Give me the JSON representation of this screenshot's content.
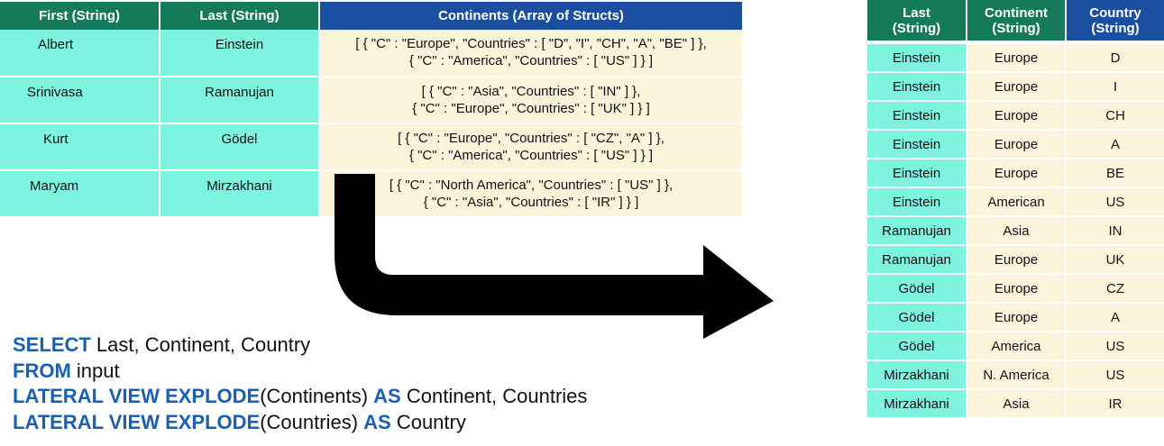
{
  "input_table": {
    "headers": [
      "First (String)",
      "Last (String)",
      "Continents (Array of Structs)"
    ],
    "rows": [
      {
        "first": "Albert",
        "last": "Einstein",
        "continents_line1": "[ { \"C\" : \"Europe\", \"Countries\" : [ \"D\", \"I\", \"CH\", \"A\", \"BE\" ] },",
        "continents_line2": "{ \"C\" : \"America\", \"Countries\" : [ \"US\" ] } ]"
      },
      {
        "first": "Srinivasa",
        "last": "Ramanujan",
        "continents_line1": "[ { \"C\" : \"Asia\", \"Countries\" : [ \"IN\" ] },",
        "continents_line2": "{ \"C\" : \"Europe\", \"Countries\" : [ \"UK\" ] } ]"
      },
      {
        "first": "Kurt",
        "last": "Gödel",
        "continents_line1": "[ { \"C\" : \"Europe\", \"Countries\" : [ \"CZ\", \"A\" ] },",
        "continents_line2": "{ \"C\" : \"America\", \"Countries\" : [ \"US\" ] } ]"
      },
      {
        "first": "Maryam",
        "last": "Mirzakhani",
        "continents_line1": "[ { \"C\" : \"North America\", \"Countries\" : [ \"US\" ] },",
        "continents_line2": "{ \"C\" : \"Asia\", \"Countries\" : [ \"IR\" ] } ]"
      }
    ]
  },
  "output_table": {
    "headers": [
      {
        "line1": "Last",
        "line2": "(String)"
      },
      {
        "line1": "Continent",
        "line2": "(String)"
      },
      {
        "line1": "Country",
        "line2": "(String)"
      }
    ],
    "rows": [
      [
        "Einstein",
        "Europe",
        "D"
      ],
      [
        "Einstein",
        "Europe",
        "I"
      ],
      [
        "Einstein",
        "Europe",
        "CH"
      ],
      [
        "Einstein",
        "Europe",
        "A"
      ],
      [
        "Einstein",
        "Europe",
        "BE"
      ],
      [
        "Einstein",
        "American",
        "US"
      ],
      [
        "Ramanujan",
        "Asia",
        "IN"
      ],
      [
        "Ramanujan",
        "Europe",
        "UK"
      ],
      [
        "Gödel",
        "Europe",
        "CZ"
      ],
      [
        "Gödel",
        "Europe",
        "A"
      ],
      [
        "Gödel",
        "America",
        "US"
      ],
      [
        "Mirzakhani",
        "N. America",
        "US"
      ],
      [
        "Mirzakhani",
        "Asia",
        "IR"
      ]
    ]
  },
  "query": {
    "line1": {
      "kw": "SELECT",
      "rest": " Last, Continent, Country"
    },
    "line2": {
      "kw": "FROM",
      "rest": " input"
    },
    "line3": {
      "kw": "LATERAL VIEW EXPLODE",
      "mid": "(Continents) ",
      "kw2": "AS",
      "rest": " Continent, Countries"
    },
    "line4": {
      "kw": "LATERAL VIEW EXPLODE",
      "mid": "(Countries) ",
      "kw2": "AS",
      "rest": " Country"
    }
  },
  "colors": {
    "header_green": "#157a5a",
    "header_blue": "#1a4fa0",
    "cell_mint": "#7ef3df",
    "cell_cream": "#fcf4da",
    "keyword_blue": "#1a5fb4",
    "arrow": "#000000"
  }
}
